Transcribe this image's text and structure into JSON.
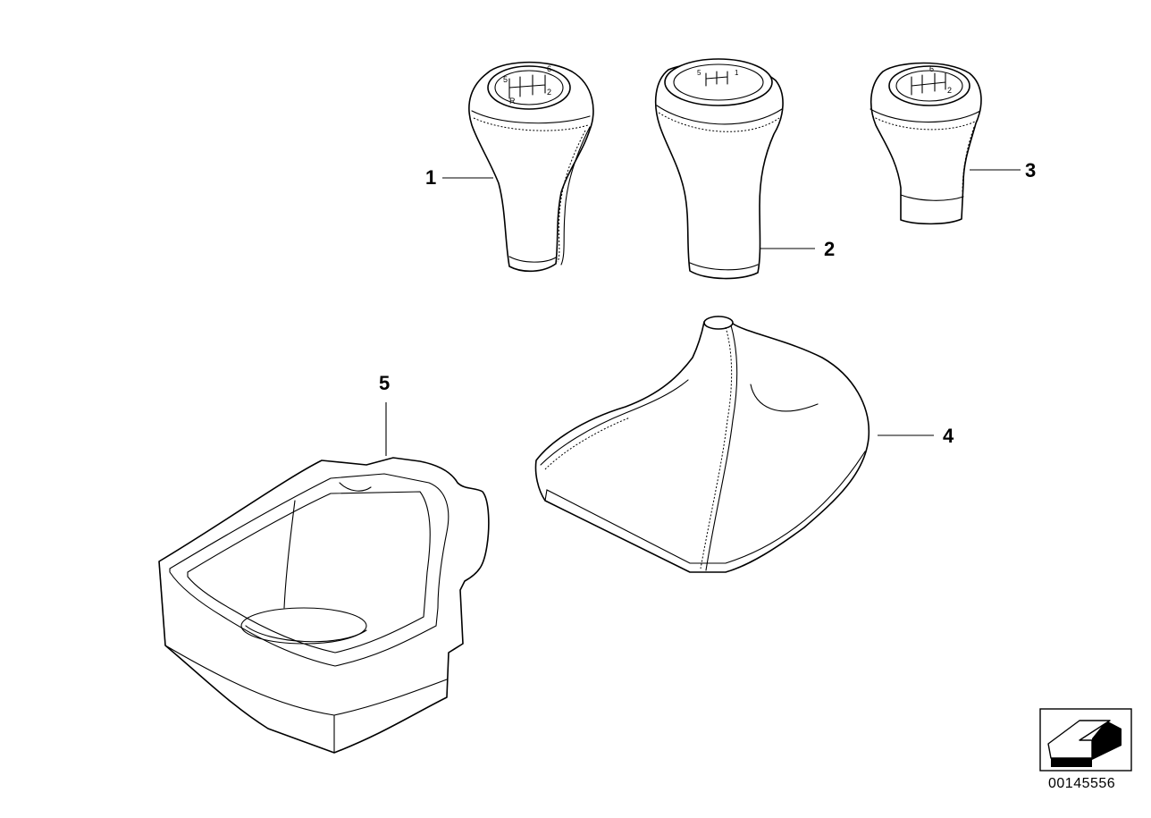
{
  "callouts": [
    {
      "id": "knob-1",
      "label": "1"
    },
    {
      "id": "knob-2",
      "label": "2"
    },
    {
      "id": "knob-3",
      "label": "3"
    },
    {
      "id": "boot-4",
      "label": "4"
    },
    {
      "id": "frame-5",
      "label": "5"
    }
  ],
  "diagram_number": "00145556",
  "icons": {
    "orientation": "direction-arrow-icon"
  }
}
